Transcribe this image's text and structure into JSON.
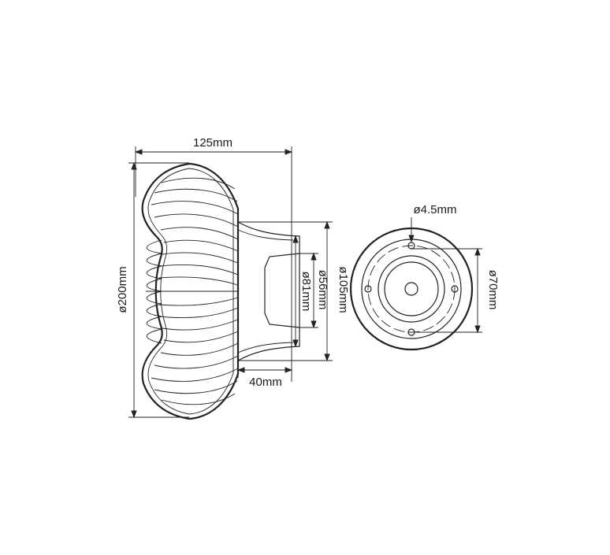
{
  "dimensions": {
    "width_label": "125mm",
    "height_label": "ø200mm",
    "base_105_label": "ø105mm",
    "base_81_label": "ø81mm",
    "base_56_label": "ø56mm",
    "depth_label": "40mm",
    "hole_label": "ø4.5mm",
    "hole_spacing_label": "ø70mm"
  },
  "colors": {
    "line": "#222222",
    "background": "#ffffff"
  }
}
